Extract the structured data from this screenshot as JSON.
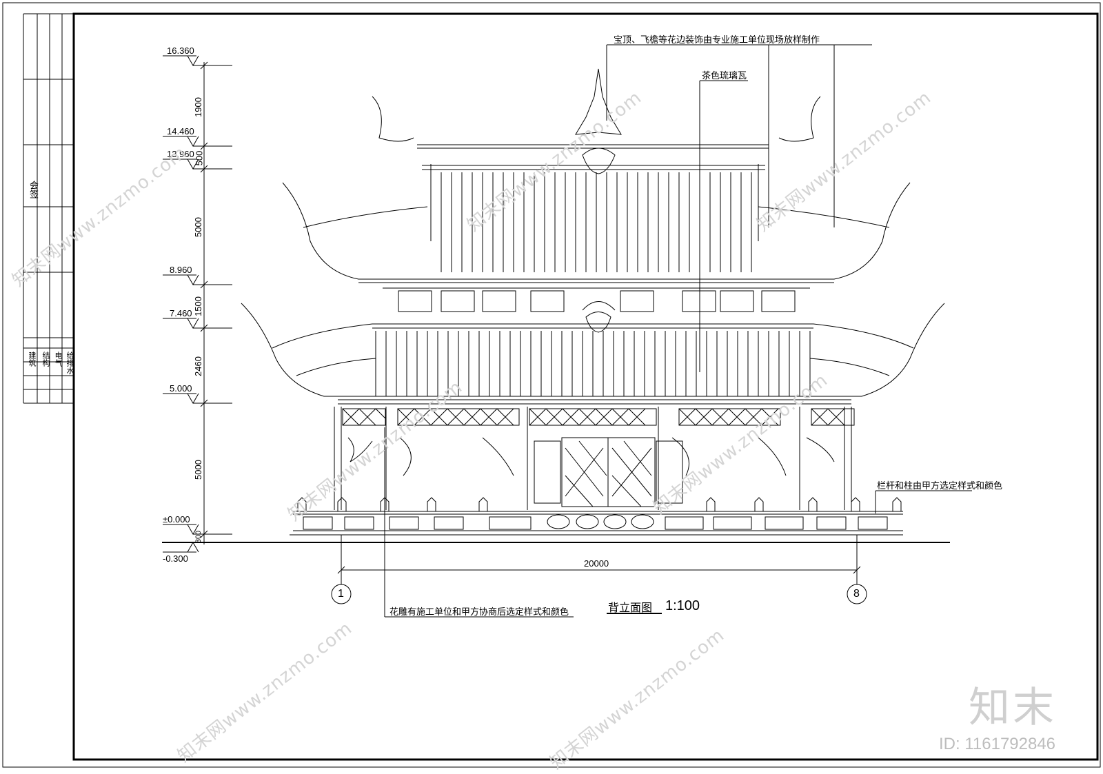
{
  "notes": {
    "top": "宝顶、飞檐等花边装饰由专业施工单位现场放样制作",
    "tile": "茶色琉璃瓦",
    "railing": "栏杆和柱由甲方选定样式和颜色",
    "carving": "花雕有施工单位和甲方协商后选定样式和颜色"
  },
  "title": {
    "name": "背立面图",
    "scale": "1:100"
  },
  "elevations": [
    "16.360",
    "14.460",
    "13.960",
    "8.960",
    "7.460",
    "5.000",
    "±0.000",
    "-0.300"
  ],
  "dimensions_vertical": [
    "1900",
    "500",
    "5000",
    "1500",
    "2460",
    "5000",
    "300"
  ],
  "dimension_horizontal": "20000",
  "axes": [
    "1",
    "8"
  ],
  "title_block": {
    "header": "会签",
    "rows": [
      "建筑",
      "结构",
      "电气",
      "给排水"
    ]
  },
  "watermark": {
    "text": "知末网www.znzmo.com",
    "brand": "知末",
    "id": "ID: 1161792846"
  }
}
